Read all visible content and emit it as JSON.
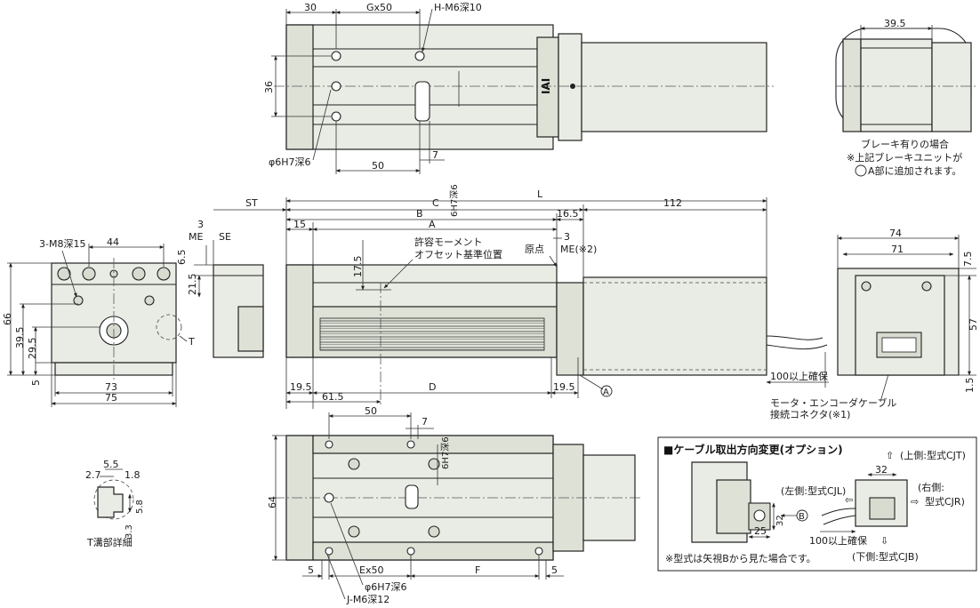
{
  "top_view": {
    "dim_30": "30",
    "dim_gx50": "Gx50",
    "label_tap_h": "H-M6深10",
    "dim_36": "36",
    "label_phi_hole": "φ6H7深6",
    "dim_50": "50",
    "dim_7": "7",
    "label_6h7_depth": "6H7深6"
  },
  "brake_detail": {
    "dim_39_5": "39.5",
    "caption_line1": "ブレーキ有りの場合",
    "caption_line2": "※上記ブレーキユニットが",
    "caption_line3": "A部に追加されます。",
    "circle_letter": "A"
  },
  "side_view": {
    "dim_st": "ST",
    "dim_l": "L",
    "dim_c": "C",
    "dim_112": "112",
    "dim_b": "B",
    "dim_16_5": "16.5",
    "dim_15": "15",
    "dim_a": "A",
    "dim_3": "3",
    "label_origin": "原点",
    "label_me2": "ME(※2)",
    "dim_17_5": "17.5",
    "label_moment_1": "許容モーメント",
    "label_moment_2": "オフセット基準位置",
    "dim_19_5_left": "19.5",
    "dim_61_5": "61.5",
    "dim_d": "D",
    "dim_19_5_right": "19.5",
    "circle_a": "A",
    "label_100": "100以上確保",
    "label_connector_1": "モータ・エンコーダケーブル",
    "label_connector_2": "接続コネクタ(※1)"
  },
  "end_view_left": {
    "label_tap_3m8": "3-M8深15",
    "dim_44": "44",
    "dim_66": "66",
    "dim_39_5": "39.5",
    "dim_29_5": "29.5",
    "dim_5": "5",
    "dim_73": "73",
    "dim_75": "75",
    "label_t": "T"
  },
  "thin_view": {
    "dim_3": "3",
    "label_me": "ME",
    "label_se": "SE",
    "dim_6_5": "6.5",
    "dim_21_5": "21.5"
  },
  "end_view_right": {
    "dim_74": "74",
    "dim_71": "71",
    "dim_7_5": "7.5",
    "dim_57": "57",
    "dim_1_5": "1.5"
  },
  "bottom_view": {
    "dim_50": "50",
    "dim_7": "7",
    "label_6h7": "6H7深6",
    "dim_64": "64",
    "dim_5_left": "5",
    "dim_ex50": "Ex50",
    "dim_f": "F",
    "dim_5_right": "5",
    "label_phi_hole": "φ6H7深6",
    "label_tap_j": "J-M6深12"
  },
  "t_slot_detail": {
    "dim_2_7": "2.7",
    "dim_5_5": "5.5",
    "dim_1_8": "1.8",
    "dim_5_8": "5.8",
    "dim_3_3": "3.3",
    "caption": "T溝部詳細"
  },
  "cable_option": {
    "title": "■ケーブル取出方向変更(オプション)",
    "label_top": "(上側:型式CJT)",
    "dim_32_top": "32",
    "label_left": "(左側:型式CJL)",
    "label_right_1": "(右側:",
    "label_right_2": "型式CJR)",
    "dim_32_side": "32",
    "circle_b": "B",
    "dim_25": "25",
    "label_100": "100以上確保",
    "label_bottom": "(下側:型式CJB)",
    "note": "※型式は矢視Bから見た場合です。"
  }
}
